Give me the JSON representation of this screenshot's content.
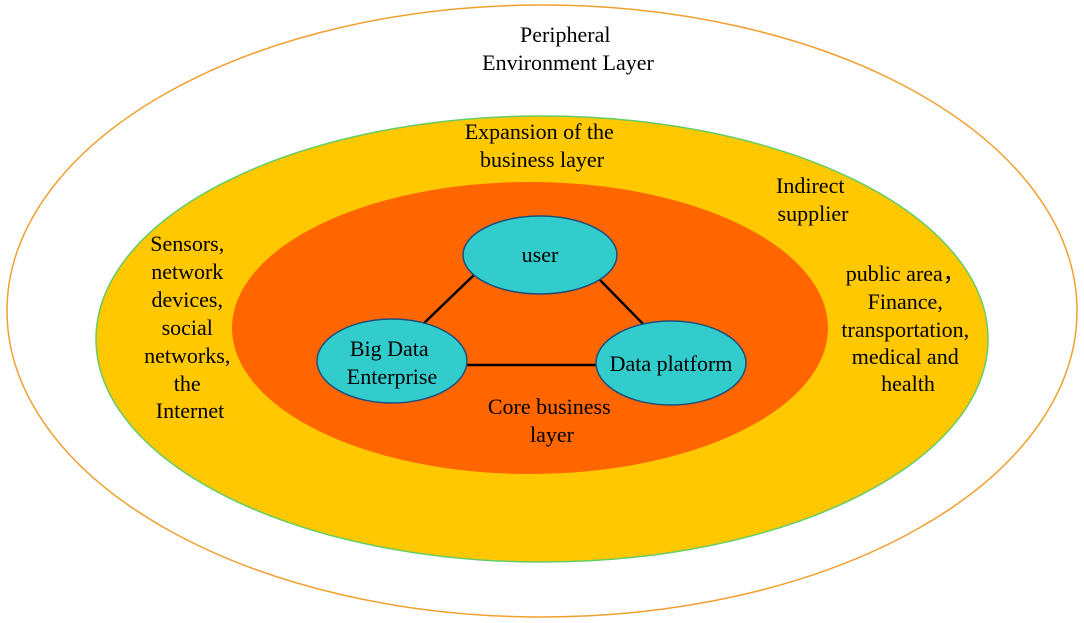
{
  "colors": {
    "outer_border": "#F0A030",
    "expansion_fill": "#FFC800",
    "expansion_border": "#66CC66",
    "core_fill": "#FF6600",
    "node_fill": "#33CCCC",
    "node_border": "#1F4E79",
    "edge": "#000000"
  },
  "layers": {
    "peripheral": {
      "line1": "Peripheral",
      "line2": "Environment Layer"
    },
    "expansion": {
      "line1": "Expansion of the",
      "line2": "business layer"
    },
    "core": {
      "line1": "Core business",
      "line2": "layer"
    }
  },
  "nodes": {
    "user": {
      "label": "user"
    },
    "big_data_enterprise": {
      "line1": "Big Data",
      "line2": "Enterprise"
    },
    "data_platform": {
      "label": "Data platform"
    }
  },
  "left_text": {
    "lines": [
      "Sensors,",
      "network",
      "devices,",
      "social",
      "networks,",
      "the",
      "Internet"
    ]
  },
  "indirect_supplier": {
    "line1": "Indirect",
    "line2": "supplier"
  },
  "right_text": {
    "lines": [
      "public area，",
      "Finance,",
      "transportation,",
      "medical and",
      "health"
    ]
  }
}
